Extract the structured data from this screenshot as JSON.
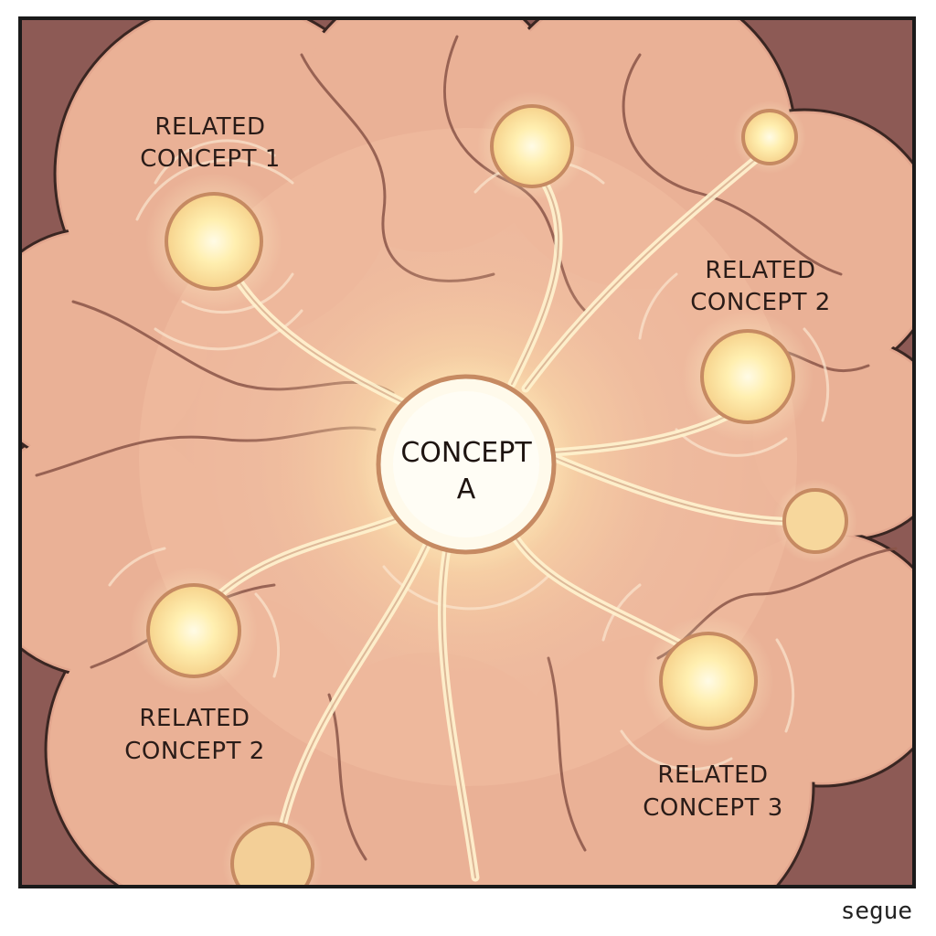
{
  "central_concept": {
    "line1": "CONCEPT",
    "line2": "A"
  },
  "related_labels": [
    {
      "line1": "RELATED",
      "line2": "CONCEPT 1"
    },
    {
      "line1": "RELATED",
      "line2": "CONCEPT 2"
    },
    {
      "line1": "RELATED",
      "line2": "CONCEPT 2"
    },
    {
      "line1": "RELATED",
      "line2": "CONCEPT 3"
    }
  ],
  "signature": "segue",
  "colors": {
    "background": "#8d5a55",
    "brain": "#eab196",
    "brain_outline": "#3a2622",
    "node_glow": "#fff4c8",
    "node_ring": "#c68a62",
    "connection": "#fbecc4"
  }
}
